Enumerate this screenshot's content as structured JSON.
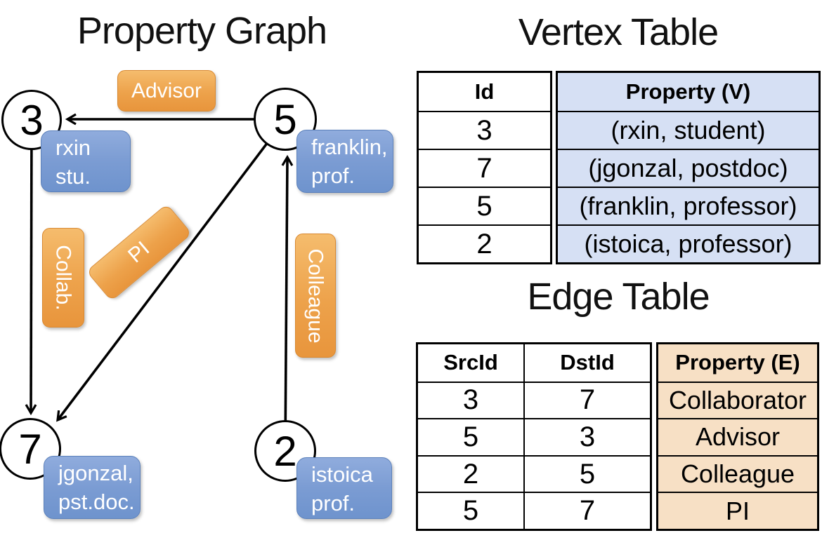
{
  "titles": {
    "graph": "Property Graph",
    "vertex_table": "Vertex Table",
    "edge_table": "Edge Table"
  },
  "graph": {
    "nodes": [
      {
        "id": "3",
        "property_lines": [
          "rxin",
          "stu."
        ]
      },
      {
        "id": "5",
        "property_lines": [
          "franklin,",
          "prof."
        ]
      },
      {
        "id": "7",
        "property_lines": [
          "jgonzal,",
          "pst.doc."
        ]
      },
      {
        "id": "2",
        "property_lines": [
          "istoica",
          "prof."
        ]
      }
    ],
    "edges": [
      {
        "src": "5",
        "dst": "3",
        "label": "Advisor"
      },
      {
        "src": "3",
        "dst": "7",
        "label": "Collab."
      },
      {
        "src": "5",
        "dst": "7",
        "label": "PI"
      },
      {
        "src": "2",
        "dst": "5",
        "label": "Colleague"
      }
    ]
  },
  "vertex_table": {
    "columns": [
      "Id",
      "Property (V)"
    ],
    "rows": [
      [
        "3",
        "(rxin, student)"
      ],
      [
        "7",
        "(jgonzal, postdoc)"
      ],
      [
        "5",
        "(franklin, professor)"
      ],
      [
        "2",
        "(istoica, professor)"
      ]
    ]
  },
  "edge_table": {
    "columns": [
      "SrcId",
      "DstId",
      "Property (E)"
    ],
    "rows": [
      [
        "3",
        "7",
        "Collaborator"
      ],
      [
        "5",
        "3",
        "Advisor"
      ],
      [
        "2",
        "5",
        "Colleague"
      ],
      [
        "5",
        "7",
        "PI"
      ]
    ]
  },
  "colors": {
    "edge_label_fill_top": "#f5bc6d",
    "edge_label_fill_bottom": "#e8953c",
    "vertex_label_fill_top": "#90acdd",
    "vertex_label_fill_bottom": "#6e93cd",
    "vertex_table_cell": "#d6e0f4",
    "edge_table_cell": "#f7e0c5",
    "line": "#000000"
  }
}
